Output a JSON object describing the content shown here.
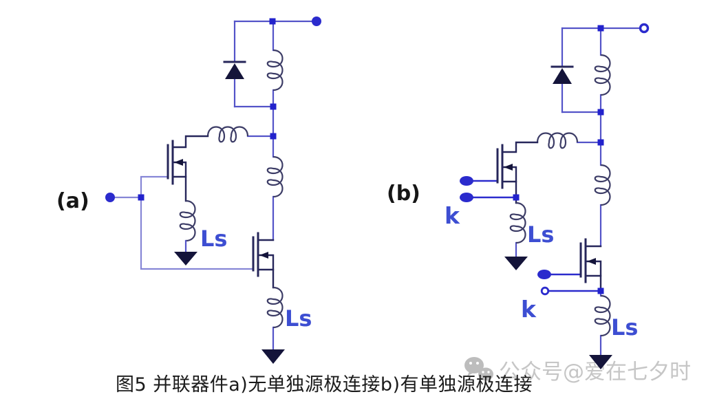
{
  "figure": {
    "caption": "图5 并联器件a)无单独源极连接b)有单独源极连接",
    "watermark": {
      "icon": "wechat-icon",
      "text": "公众号@爱在七夕时"
    }
  },
  "colors": {
    "wire_blue": "#5353c8",
    "gate_net_blue": "#8686d6",
    "terminal_blue": "#2b2bcd",
    "node_blue": "#2222cc",
    "component_navy": "#26265a",
    "symbol_fill_navy": "#14143a",
    "label_blue": "#3d4ed2",
    "caption_black": "#1b1b1b",
    "watermark_gray": "#c6c6c6"
  },
  "circuit_a": {
    "label": "(a)",
    "source_inductor_labels": [
      "Ls",
      "Ls"
    ]
  },
  "circuit_b": {
    "label": "(b)",
    "kelvin_terminal_labels": [
      "k",
      "k"
    ],
    "source_inductor_labels": [
      "Ls",
      "Ls"
    ]
  }
}
